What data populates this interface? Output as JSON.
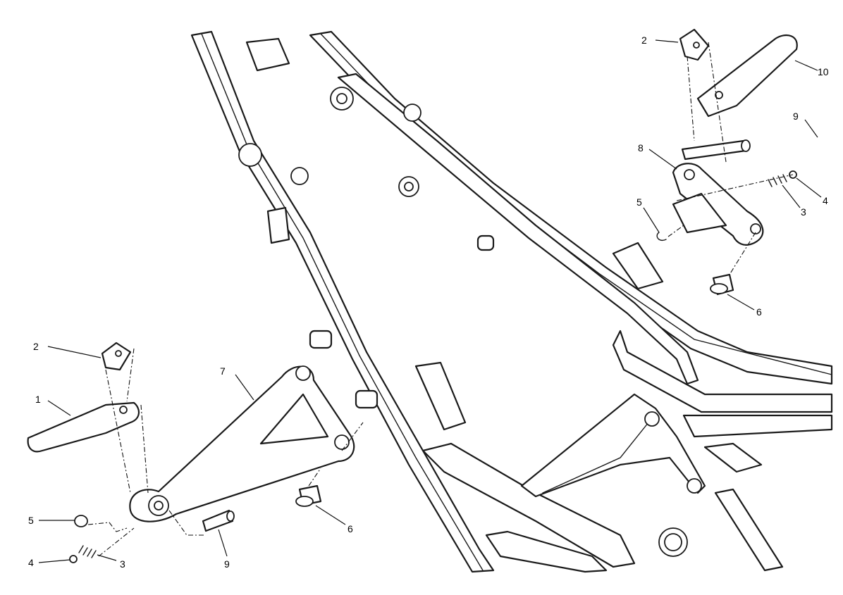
{
  "callouts": [
    {
      "id": "c-left-2",
      "text": "2"
    },
    {
      "id": "c-left-1",
      "text": "1"
    },
    {
      "id": "c-left-7",
      "text": "7"
    },
    {
      "id": "c-left-5",
      "text": "5"
    },
    {
      "id": "c-left-4",
      "text": "4"
    },
    {
      "id": "c-left-3",
      "text": "3"
    },
    {
      "id": "c-left-9",
      "text": "9"
    },
    {
      "id": "c-left-6",
      "text": "6"
    },
    {
      "id": "c-right-2",
      "text": "2"
    },
    {
      "id": "c-right-10",
      "text": "10"
    },
    {
      "id": "c-right-9",
      "text": "9"
    },
    {
      "id": "c-right-8",
      "text": "8"
    },
    {
      "id": "c-right-5",
      "text": "5"
    },
    {
      "id": "c-right-4",
      "text": "4"
    },
    {
      "id": "c-right-3",
      "text": "3"
    },
    {
      "id": "c-right-6",
      "text": "6"
    }
  ]
}
